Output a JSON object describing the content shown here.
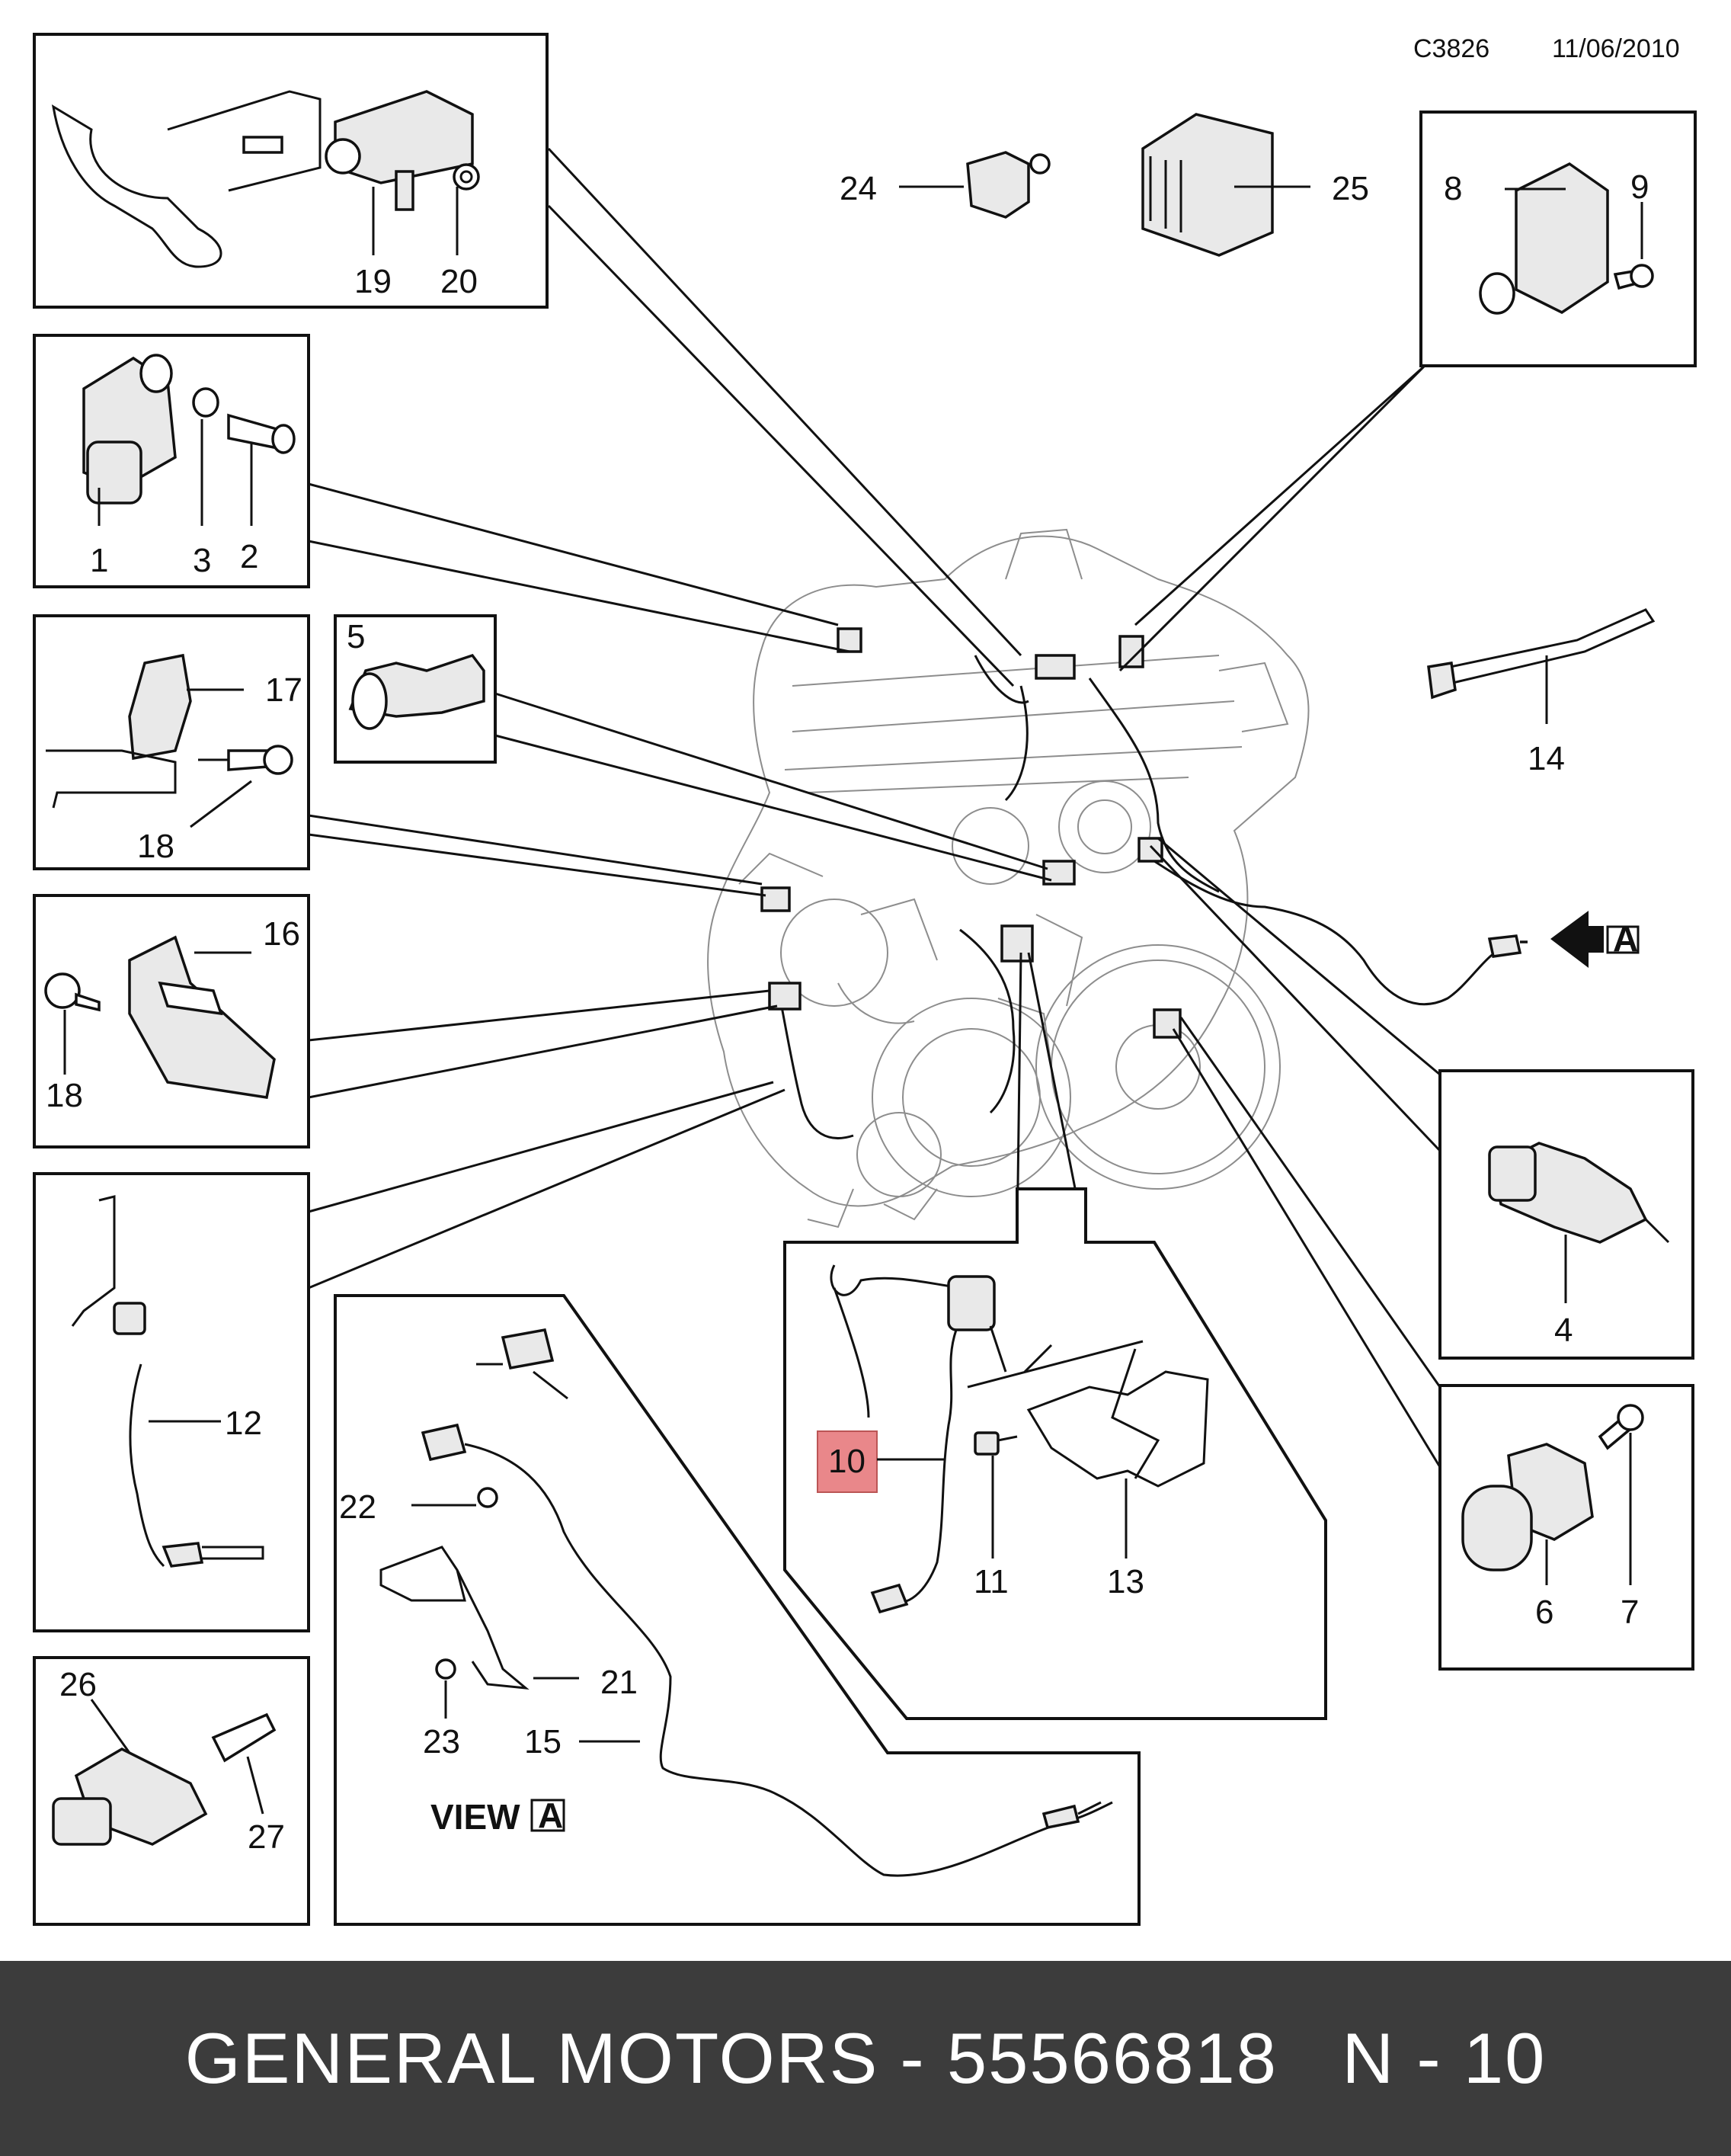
{
  "header": {
    "drawing_code": "C3826",
    "date": "11/06/2010"
  },
  "callouts": {
    "c1": "1",
    "c2": "2",
    "c3": "3",
    "c4": "4",
    "c5": "5",
    "c6": "6",
    "c7": "7",
    "c8": "8",
    "c9": "9",
    "c10": "10",
    "c11": "11",
    "c12": "12",
    "c13": "13",
    "c14": "14",
    "c15": "15",
    "c16": "16",
    "c17": "17",
    "c18a": "18",
    "c18b": "18",
    "c19": "19",
    "c20": "20",
    "c21": "21",
    "c22": "22",
    "c23": "23",
    "c24": "24",
    "c25": "25",
    "c26": "26",
    "c27": "27"
  },
  "view_marker": {
    "arrow_letter": "A",
    "view_label": "VIEW",
    "view_letter": "A"
  },
  "highlight": {
    "part_number": "10",
    "color": "#e9878a"
  },
  "footer": {
    "text": "GENERAL MOTORS - 55566818   N - 10",
    "background": "#3c3c3c"
  }
}
